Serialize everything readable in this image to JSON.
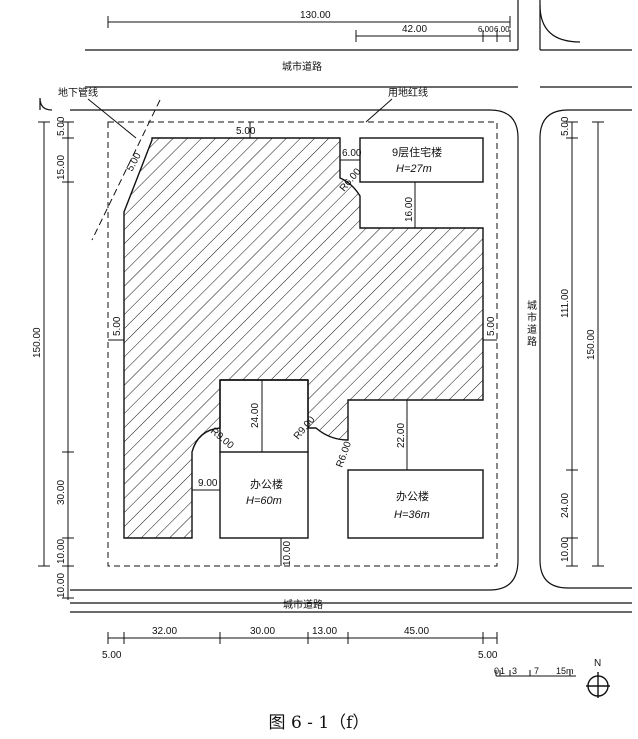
{
  "dims_top": {
    "total": "130.00",
    "d42": "42.00",
    "d6a": "6.00",
    "d6b": "6.00"
  },
  "dims_bottom": {
    "d32": "32.00",
    "d30": "30.00",
    "d13": "13.00",
    "d45": "45.00",
    "d5l": "5.00",
    "d5r": "5.00"
  },
  "dims_left": {
    "total": "150.00",
    "d5": "5.00",
    "d15": "15.00",
    "d30": "30.00",
    "d10": "10.00",
    "d10b": "10.00"
  },
  "dims_right": {
    "total": "150.00",
    "d5": "5.00",
    "d111": "111.00",
    "d24": "24.00",
    "d10": "10.00"
  },
  "labels": {
    "road_top": "城市道路",
    "road_bottom": "城市道路",
    "road_right": "城市道路",
    "pipeline": "地下管线",
    "redline": "用地红线"
  },
  "setbacks": {
    "top": "5.00",
    "left": "5.00",
    "right": "5.00",
    "pipe": "5.00",
    "res_gap": "6.00",
    "res_r": "R6.00",
    "res_side": "16.00",
    "office60_top": "24.00",
    "office60_left": "9.00",
    "office60_bottom": "10.00",
    "r9a": "R9.00",
    "r9b": "R9.00",
    "r6": "R6.00",
    "office36_top": "22.00"
  },
  "buildings": {
    "residential": {
      "name": "9层住宅楼",
      "height": "H=27m"
    },
    "office60": {
      "name": "办公楼",
      "height": "H=60m"
    },
    "office36": {
      "name": "办公楼",
      "height": "H=36m"
    }
  },
  "scale": {
    "ticks": [
      "0",
      "1",
      "3",
      "7",
      "15m"
    ]
  },
  "north": "N",
  "caption": "图 6 - 1（f）"
}
